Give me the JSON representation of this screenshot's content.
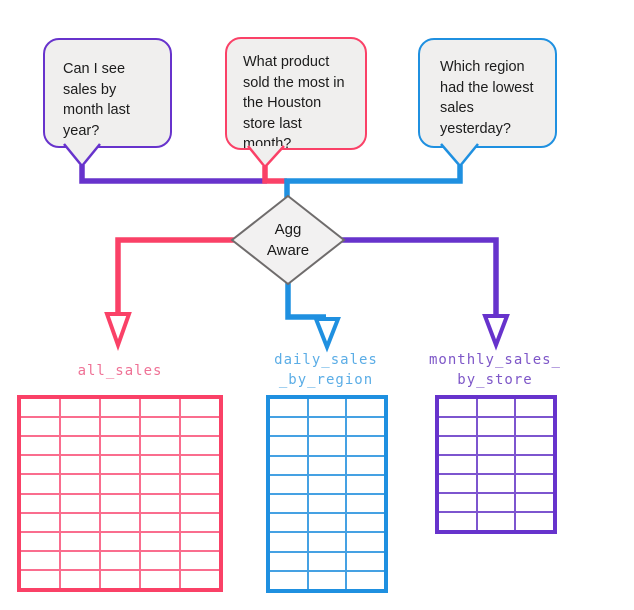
{
  "questions": [
    {
      "id": "q1",
      "text": "Can I see sales by month last year?"
    },
    {
      "id": "q2",
      "text": "What product sold the most in the Houston store last month?"
    },
    {
      "id": "q3",
      "text": "Which region had the lowest sales yesterday?"
    }
  ],
  "decision": {
    "label": "Agg Aware"
  },
  "tables": [
    {
      "name": "all_sales",
      "columns": 5,
      "rows": 10
    },
    {
      "name": "daily_sales\n_by_region",
      "columns": 3,
      "rows": 10
    },
    {
      "name": "monthly_sales_\nby_store",
      "columns": 3,
      "rows": 7
    }
  ],
  "colors": {
    "purple": "#6733cc",
    "pink": "#fa4167",
    "blue": "#1f90e0",
    "purple_light": "#7d55cf",
    "pink_light": "#fa6d8e",
    "blue_light": "#45a1e3",
    "purple_label": "#7e57c8",
    "pink_label": "#ef7296",
    "blue_label": "#5bade6",
    "bubble_fill": "#f0efee",
    "diamond_fill": "#f2f1f1",
    "diamond_border": "#6f6c6c"
  }
}
